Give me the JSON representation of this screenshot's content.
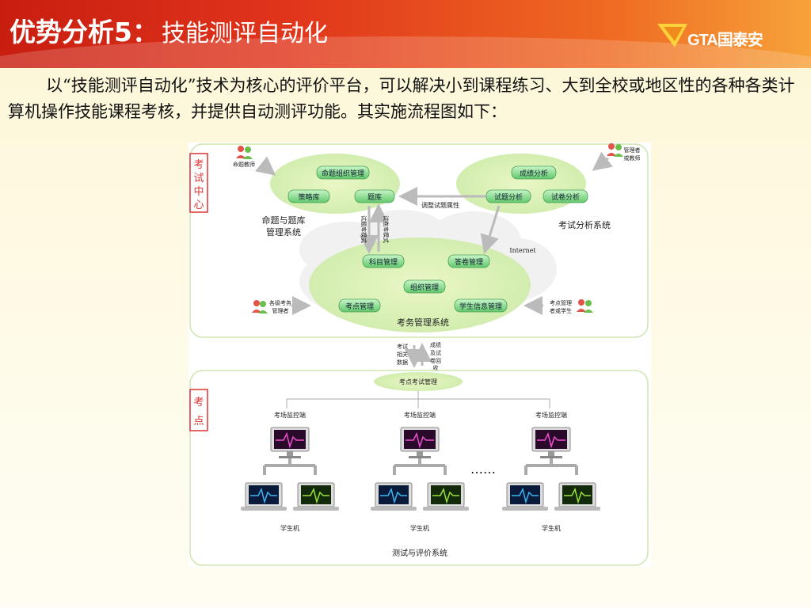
{
  "slide": {
    "title_main": "优势分析5：",
    "title_sub": "技能测评自动化",
    "logo_text": "GTA国泰安",
    "intro": "以“技能测评自动化”技术为核心的评价平台，可以解决小到课程练习、大到全校或地区性的各种各类计算机操作技能课程考核，并提供自动测评功能。其实施流程图如下："
  },
  "diagram": {
    "exam_center_label": [
      "考",
      "试",
      "中",
      "心"
    ],
    "site_label": [
      "考",
      "点"
    ],
    "question_teacher": "命题教师",
    "manager_teacher": [
      "管理者",
      "或教师"
    ],
    "question_system": {
      "title": [
        "命题与题库",
        "管理系统"
      ],
      "items": [
        "命题组织管理",
        "策略库",
        "题库"
      ]
    },
    "analysis_system": {
      "title": "考试分析系统",
      "items": [
        "成绩分析",
        "试题分析",
        "试卷分析"
      ]
    },
    "adjust_label": "调整试题属性",
    "vertical_labels": [
      "试卷库模式",
      "试题库模式"
    ],
    "internet_label": "Internet",
    "admin_system": {
      "title": "考务管理系统",
      "items": [
        "科目管理",
        "答卷管理",
        "组织管理",
        "考点管理",
        "学生信息管理"
      ]
    },
    "left_manager": [
      "各级考务",
      "管理者"
    ],
    "right_manager": [
      "考点管理",
      "者或学生"
    ],
    "flow_down": [
      "考试",
      "相关",
      "数据"
    ],
    "flow_up": [
      "成绩",
      "及试",
      "卷回",
      "收"
    ],
    "site_exam_manage": "考点考试管理",
    "monitor_label": "考场监控端",
    "student_label": "学生机",
    "ellipsis": "……",
    "test_system_title": "测试与评价系统"
  }
}
